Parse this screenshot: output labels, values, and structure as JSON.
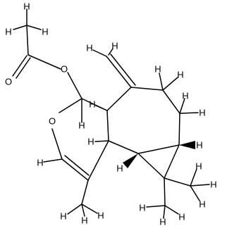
{
  "structure": {
    "atoms": {
      "o_carbonyl": "O",
      "o_ester": "O",
      "o_ring": "O",
      "h_methyl_top": "H",
      "h_methyl_left": "H",
      "h_methyl_right": "H",
      "h_c_acetoxy": "H",
      "h_methylene_left": "H",
      "h_methylene_right": "H",
      "h_ch2_a": "H",
      "h_ch2_b": "H",
      "h_ch2_c": "H",
      "h_ch2_d": "H",
      "h_enol": "H",
      "h_junction_upper": "H",
      "h_junction_lower": "H",
      "h_cyclopropane_right": "H",
      "h_cyclopropane_left": "H",
      "h_me_a1": "H",
      "h_me_a2": "H",
      "h_me_a3": "H",
      "h_gem_me1_a": "H",
      "h_gem_me1_b": "H",
      "h_gem_me1_c": "H",
      "h_gem_me2_a": "H",
      "h_gem_me2_b": "H",
      "h_gem_me2_c": "H"
    }
  }
}
